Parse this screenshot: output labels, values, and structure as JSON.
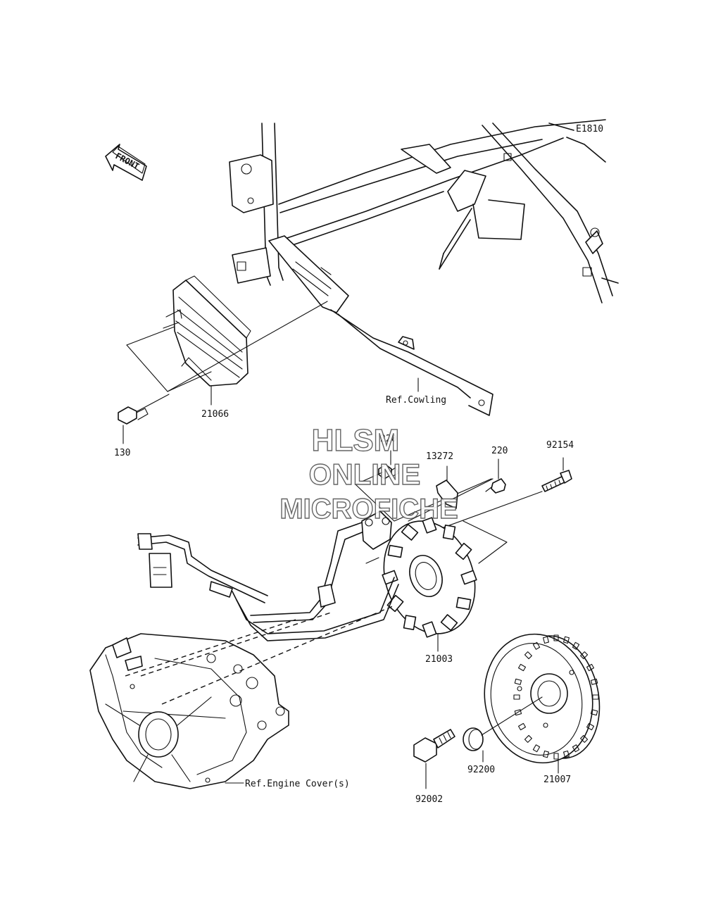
{
  "diagram_code": "E1810",
  "front_label": "FRONT",
  "refs": {
    "cowling": "Ref.Cowling",
    "engine_cover": "Ref.Engine Cover(s)"
  },
  "watermark": {
    "line1": "HLSM",
    "line2": "ONLINE",
    "line3": "MICROFICHE"
  },
  "parts": {
    "p21066": "21066",
    "p130": "130",
    "p220a": "220",
    "p13272": "13272",
    "p220b": "220",
    "p92154": "92154",
    "p21003": "21003",
    "p92200": "92200",
    "p21007": "21007",
    "p92002": "92002"
  }
}
